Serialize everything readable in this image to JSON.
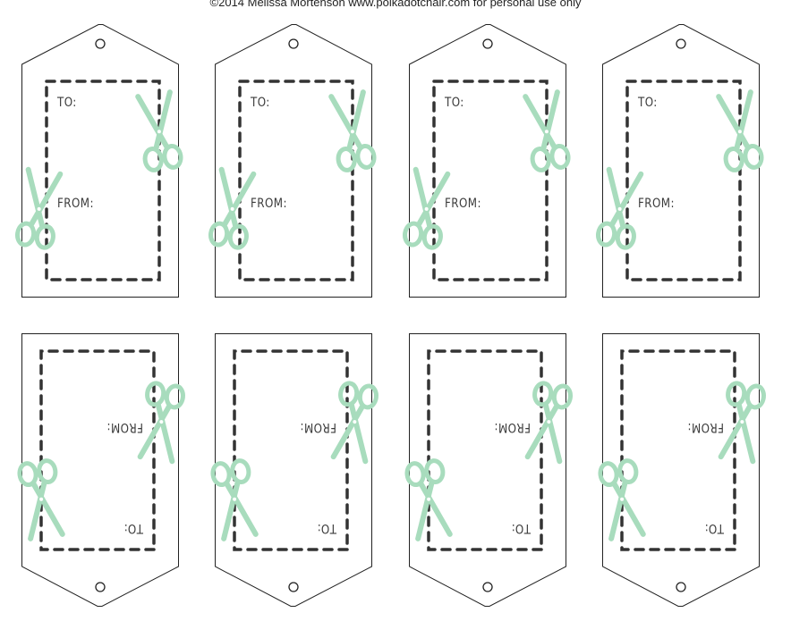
{
  "header": {
    "copyright": "©2014 Melissa Mortenson  www.polkadotchair.com for personal use only"
  },
  "tag_labels": {
    "to": "TO:",
    "from": "FROM:"
  },
  "colors": {
    "outline": "#222222",
    "dash": "#333333",
    "scissors": "#a8dcbd"
  },
  "icons": {
    "scissors": "scissors-icon",
    "hole": "punch-hole-icon"
  },
  "rows": [
    {
      "name": "top-row",
      "hole": "top",
      "orientation": "upright"
    },
    {
      "name": "bottom-row",
      "hole": "bottom",
      "orientation": "upside-down"
    }
  ]
}
